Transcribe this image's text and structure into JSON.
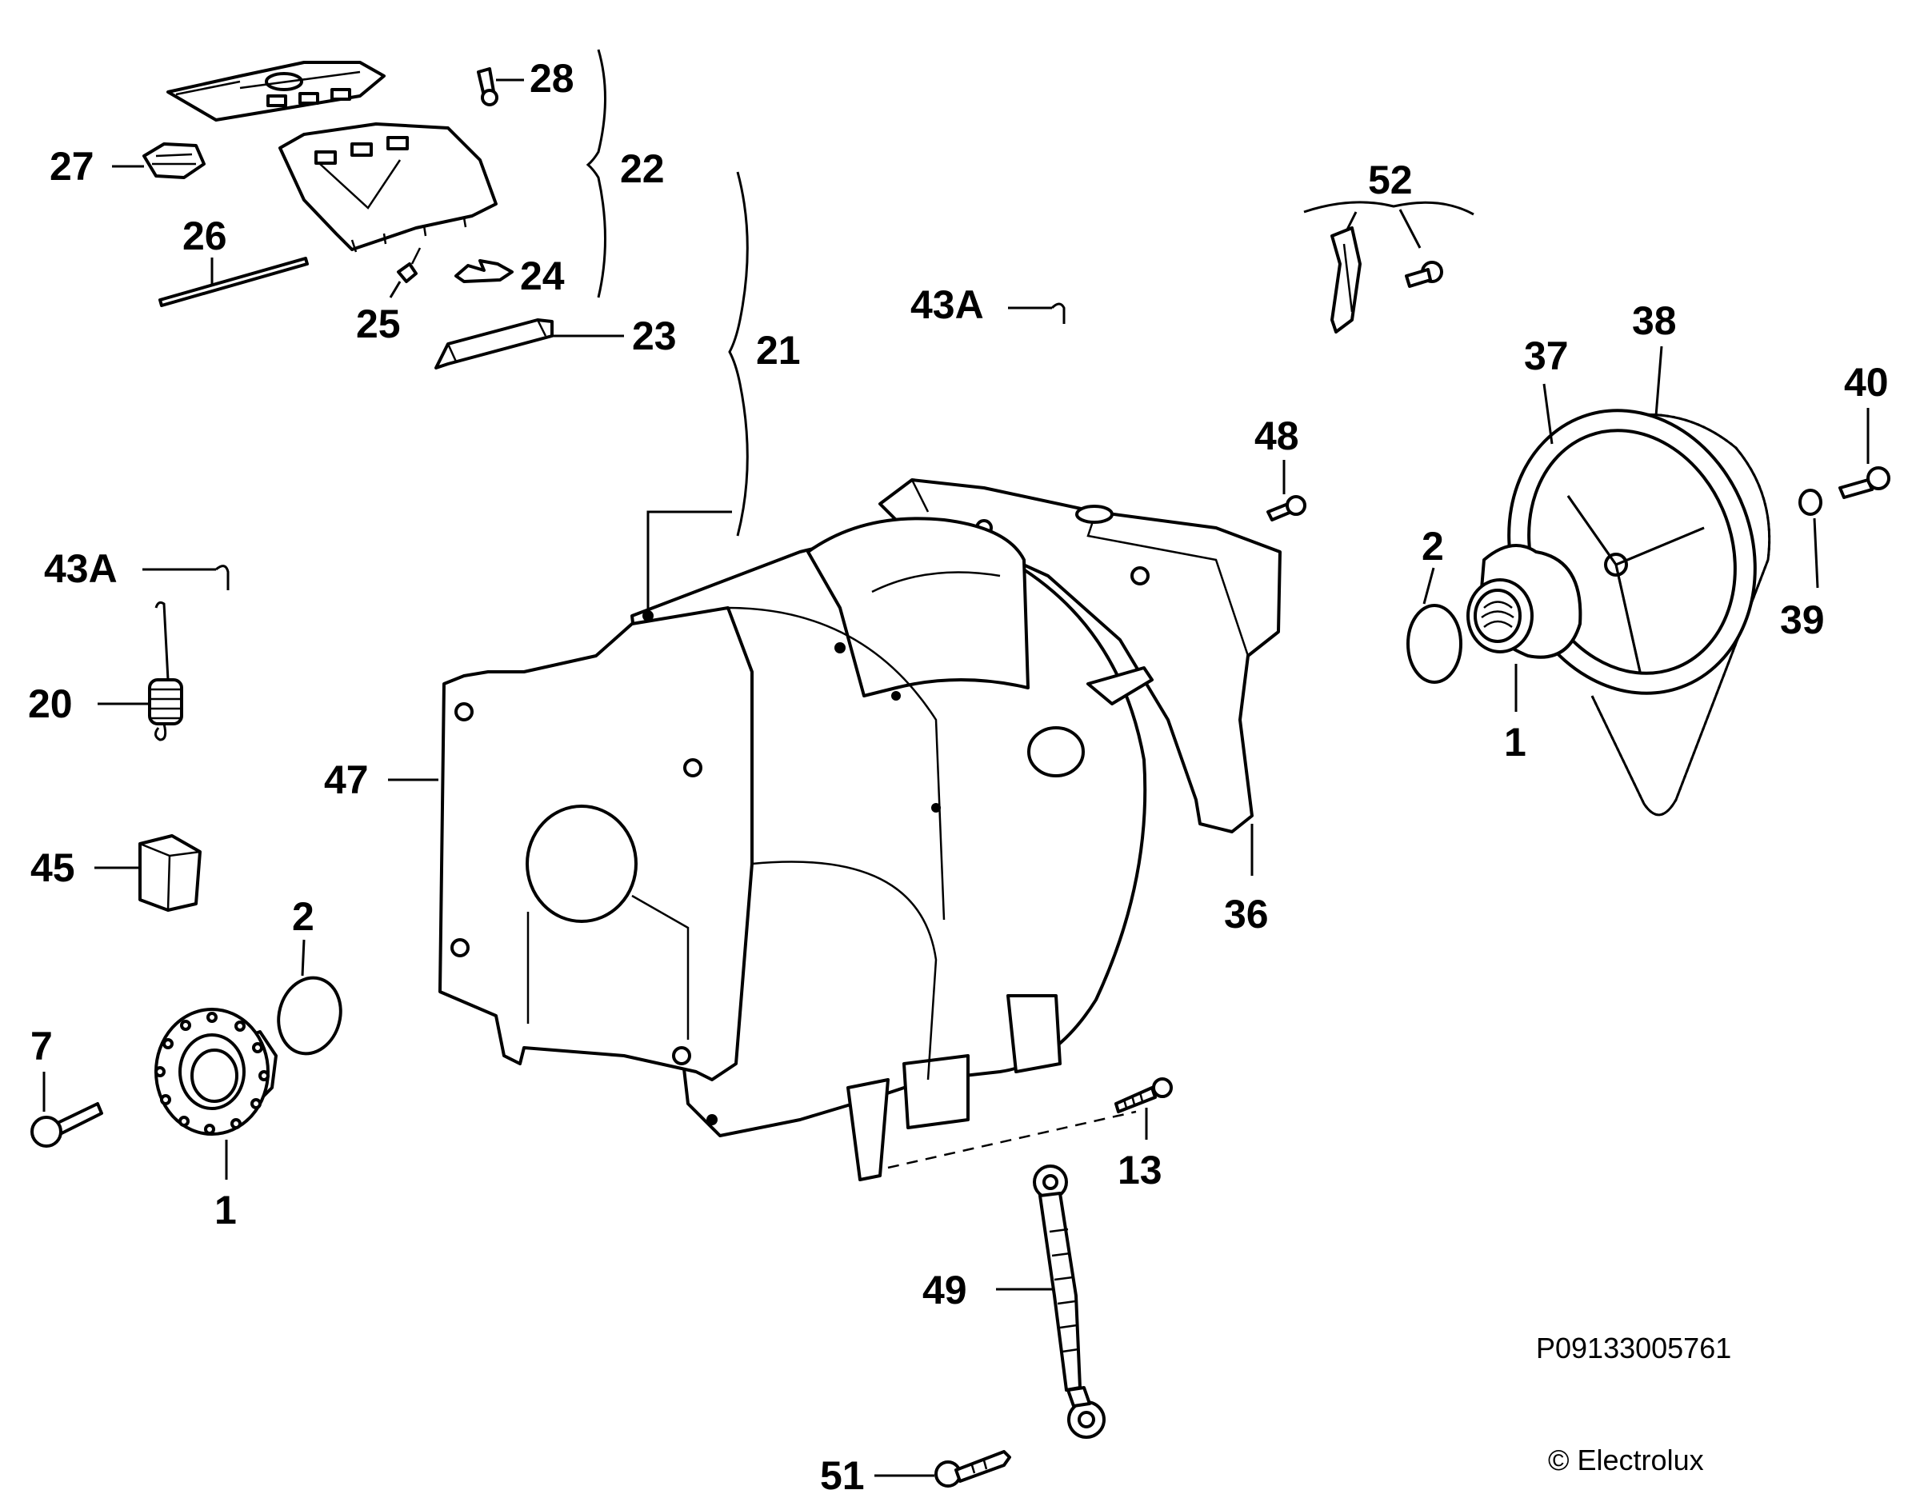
{
  "labels": {
    "l28": "28",
    "l22": "22",
    "l27": "27",
    "l26": "26",
    "l25": "25",
    "l24": "24",
    "l23": "23",
    "l21": "21",
    "l43a_top": "43A",
    "l52": "52",
    "l48": "48",
    "l37": "37",
    "l38": "38",
    "l40": "40",
    "l2_right": "2",
    "l39": "39",
    "l1_right": "1",
    "l36": "36",
    "l43a_left": "43A",
    "l20": "20",
    "l47": "47",
    "l45": "45",
    "l2_left": "2",
    "l7": "7",
    "l1_left": "1",
    "l13": "13",
    "l49": "49",
    "l51": "51"
  },
  "footer": {
    "code": "P09133005761",
    "copyright": "© Electrolux"
  },
  "colors": {
    "ink": "#000000",
    "paper": "#ffffff"
  }
}
